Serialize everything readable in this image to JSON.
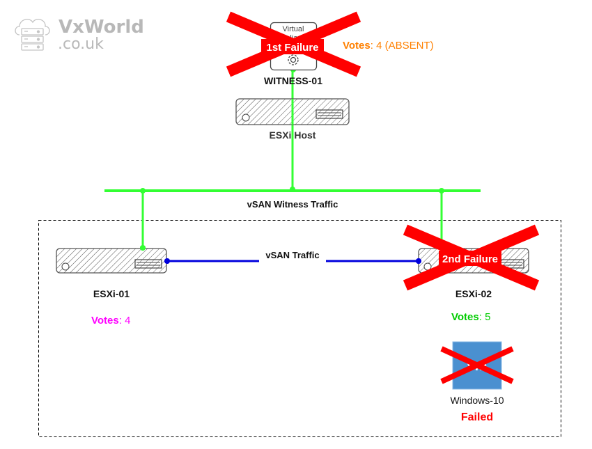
{
  "logo": {
    "name": "VxWorld",
    "domain": ".co.uk",
    "icon": "cloud-server-icon"
  },
  "colors": {
    "witness_network": "#33ff33",
    "vsan_network": "#0000dd",
    "failure": "#ff0000",
    "votes_witness": "#ff8000",
    "votes_esxi01": "#ff00ff",
    "votes_esxi02": "#00cc00",
    "vm_box": "#4a90d0"
  },
  "witness": {
    "appliance_label": "Virtual Appliance",
    "appliance_icon": "gear-icon",
    "name": "WITNESS-01",
    "failure_label": "1st Failure",
    "votes_label": "Votes",
    "votes_value": ": 4 (ABSENT)",
    "host_label": "ESXi Host"
  },
  "networks": {
    "witness_traffic_label": "vSAN Witness Traffic",
    "vsan_traffic_label": "vSAN Traffic"
  },
  "esxi01": {
    "name": "ESXi-01",
    "votes_label": "Votes",
    "votes_value": ": 4"
  },
  "esxi02": {
    "name": "ESXi-02",
    "failure_label": "2nd Failure",
    "votes_label": "Votes",
    "votes_value": ": 5"
  },
  "vm": {
    "icon_text": "vm",
    "name": "Windows-10",
    "status": "Failed"
  }
}
